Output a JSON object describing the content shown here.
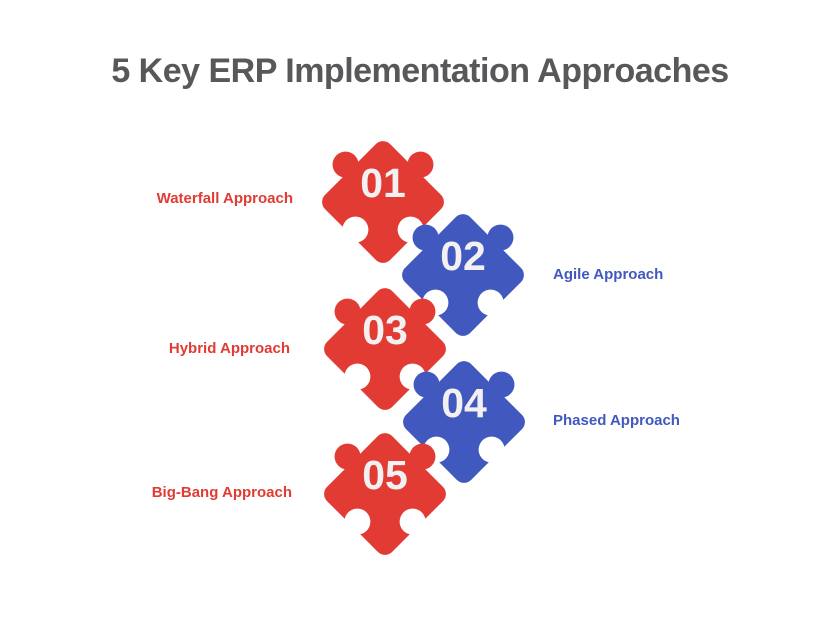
{
  "title": "5 Key ERP Implementation Approaches",
  "colors": {
    "red": "#e13b34",
    "blue": "#4158be",
    "title": "#58585a",
    "number_text": "#f2f0f0",
    "background": "#ffffff"
  },
  "pieces": [
    {
      "number": "01",
      "label": "Waterfall Approach",
      "color": "red",
      "label_side": "left"
    },
    {
      "number": "02",
      "label": "Agile Approach",
      "color": "blue",
      "label_side": "right"
    },
    {
      "number": "03",
      "label": "Hybrid Approach",
      "color": "red",
      "label_side": "left"
    },
    {
      "number": "04",
      "label": "Phased Approach",
      "color": "blue",
      "label_side": "right"
    },
    {
      "number": "05",
      "label": "Big-Bang Approach",
      "color": "red",
      "label_side": "left"
    }
  ]
}
